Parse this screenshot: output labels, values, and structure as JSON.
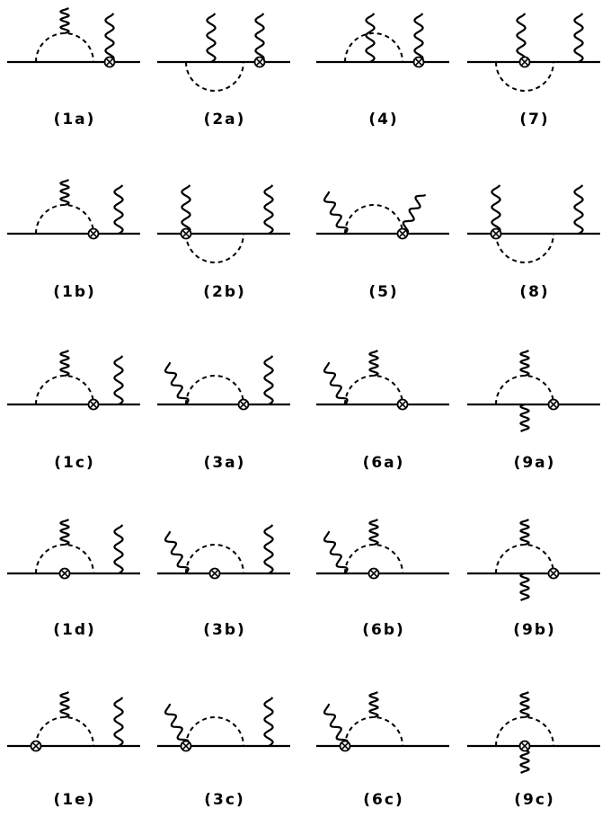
{
  "diagrams": [
    {
      "label": "(1a)",
      "loop": "above",
      "photons": [
        "loop-top",
        "vertex-up"
      ],
      "insertion": "right-end"
    },
    {
      "label": "(2a)",
      "loop": "below",
      "photons": [
        "line-up",
        "vertex-up"
      ],
      "insertion": "right-end"
    },
    {
      "label": "(4)",
      "loop": "above",
      "photons": [
        "line-up",
        "vertex-up"
      ],
      "insertion": "right-end"
    },
    {
      "label": "(7)",
      "loop": "below",
      "photons": [
        "line-up",
        "line-up"
      ],
      "insertion": "middle"
    },
    {
      "label": "(1b)",
      "loop": "above",
      "photons": [
        "loop-top",
        "line-up"
      ],
      "insertion": "loop-end"
    },
    {
      "label": "(2b)",
      "loop": "below",
      "photons": [
        "vertex-up",
        "line-up"
      ],
      "insertion": "loop-start"
    },
    {
      "label": "(5)",
      "loop": "above",
      "photons": [
        "tilted",
        "tilted"
      ],
      "insertion": "loop-end"
    },
    {
      "label": "(8)",
      "loop": "below",
      "photons": [
        "vertex-up",
        "line-up"
      ],
      "insertion": "loop-start"
    },
    {
      "label": "(1c)",
      "loop": "above",
      "photons": [
        "loop-top",
        "line-up"
      ],
      "insertion": "loop-end"
    },
    {
      "label": "(3a)",
      "loop": "above",
      "photons": [
        "tilted",
        "line-up"
      ],
      "insertion": "loop-end"
    },
    {
      "label": "(6a)",
      "loop": "above",
      "photons": [
        "tilted",
        "loop-top"
      ],
      "insertion": "loop-end"
    },
    {
      "label": "(9a)",
      "loop": "above",
      "photons": [
        "loop-top",
        "line-down"
      ],
      "insertion": "loop-end"
    },
    {
      "label": "(1d)",
      "loop": "above",
      "photons": [
        "loop-top",
        "line-up"
      ],
      "insertion": "middle"
    },
    {
      "label": "(3b)",
      "loop": "above",
      "photons": [
        "tilted",
        "line-up"
      ],
      "insertion": "middle"
    },
    {
      "label": "(6b)",
      "loop": "above",
      "photons": [
        "tilted",
        "loop-top"
      ],
      "insertion": "middle"
    },
    {
      "label": "(9b)",
      "loop": "above",
      "photons": [
        "loop-top",
        "line-down"
      ],
      "insertion": "loop-end"
    },
    {
      "label": "(1e)",
      "loop": "above",
      "photons": [
        "loop-top",
        "line-up"
      ],
      "insertion": "left"
    },
    {
      "label": "(3c)",
      "loop": "above",
      "photons": [
        "tilted",
        "line-up"
      ],
      "insertion": "loop-start"
    },
    {
      "label": "(6c)",
      "loop": "above",
      "photons": [
        "tilted",
        "loop-top"
      ],
      "insertion": "loop-start"
    },
    {
      "label": "(9c)",
      "loop": "above",
      "photons": [
        "loop-top",
        "line-down"
      ],
      "insertion": "middle"
    }
  ],
  "styles": {
    "line_color": "#000000",
    "insertion_symbol": "circled-cross",
    "photon_style": "wavy",
    "loop_style": "dashed"
  }
}
